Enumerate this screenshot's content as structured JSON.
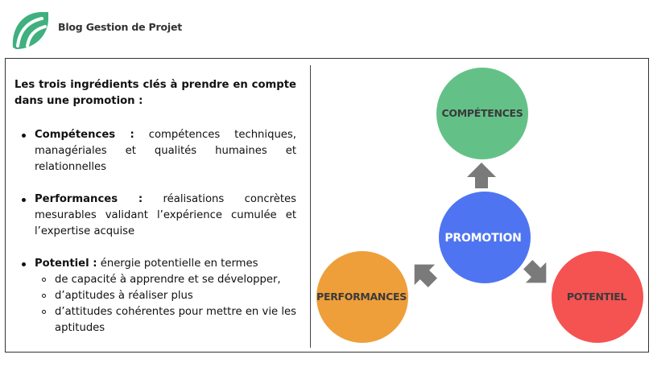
{
  "brand": {
    "name": "Blog Gestion de Projet",
    "logo": "leaf-logo-icon"
  },
  "colors": {
    "competences": "#63c188",
    "promotion": "#4f74f1",
    "performances": "#ee9f3a",
    "potentiel": "#f55252",
    "arrow": "#7a7a7a",
    "logo": "#3fb07e"
  },
  "text_panel": {
    "intro": "Les trois ingrédients clés à prendre en compte dans une promotion :",
    "items": [
      {
        "term": "Compétences :",
        "desc": "compétences techniques, managériales et qualités humaines et relationnelles"
      },
      {
        "term": "Performances :",
        "desc": "réalisations concrètes mesurables validant l’expérience cumulée et l’expertise acquise"
      },
      {
        "term": "Potentiel :",
        "desc": "énergie potentielle en termes"
      }
    ],
    "potentiel_subitems": [
      "de capacité à apprendre et se développer,",
      "d’aptitudes à réaliser plus",
      "d’attitudes cohérentes pour mettre en vie les aptitudes"
    ]
  },
  "diagram": {
    "center": "PROMOTION",
    "top": "COMPÉTENCES",
    "left": "PERFORMANCES",
    "right": "POTENTIEL"
  }
}
